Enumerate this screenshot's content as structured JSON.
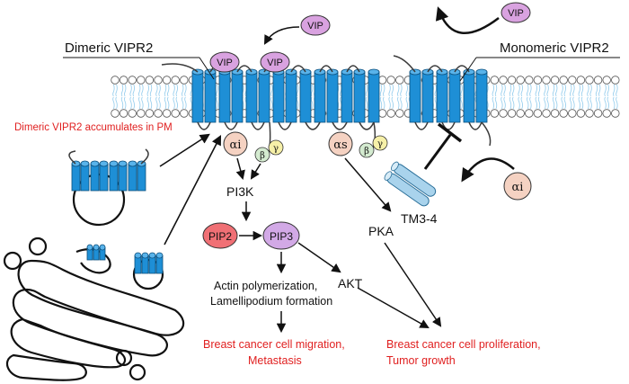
{
  "labels": {
    "dimeric": "Dimeric VIPR2",
    "monomeric": "Monomeric VIPR2",
    "accumulates": "Dimeric VIPR2 accumulates in PM",
    "pi3k": "PI3K",
    "pip2": "PIP2",
    "pip3": "PIP3",
    "pka": "PKA",
    "akt": "AKT",
    "tm34": "TM3-4",
    "actin_line1": "Actin polymerization,",
    "actin_line2": "Lamellipodium formation",
    "migration_line1": "Breast cancer cell migration,",
    "migration_line2": "Metastasis",
    "prolif_line1": "Breast cancer cell proliferation,",
    "prolif_line2": "Tumor growth"
  },
  "ligands": {
    "vip_top": "VIP",
    "vip_right": "VIP",
    "vip_bound_1": "VIP",
    "vip_bound_2": "VIP"
  },
  "gproteins": {
    "alpha_i": "αi",
    "alpha_s": "αs",
    "alpha_i_right": "αi",
    "beta": "β",
    "gamma": "γ"
  },
  "colors": {
    "receptor": "#1e8fd6",
    "vip": "#d9a2e0",
    "alpha": "#f5d2c2",
    "beta": "#d4ebd0",
    "gamma": "#f6f0a8",
    "pip2": "#f07075",
    "pip3": "#d2a9e6",
    "tm": "#a9d3ec",
    "outcome_text": "#e01f1f",
    "lipid_tail": "#9bd0ee"
  }
}
